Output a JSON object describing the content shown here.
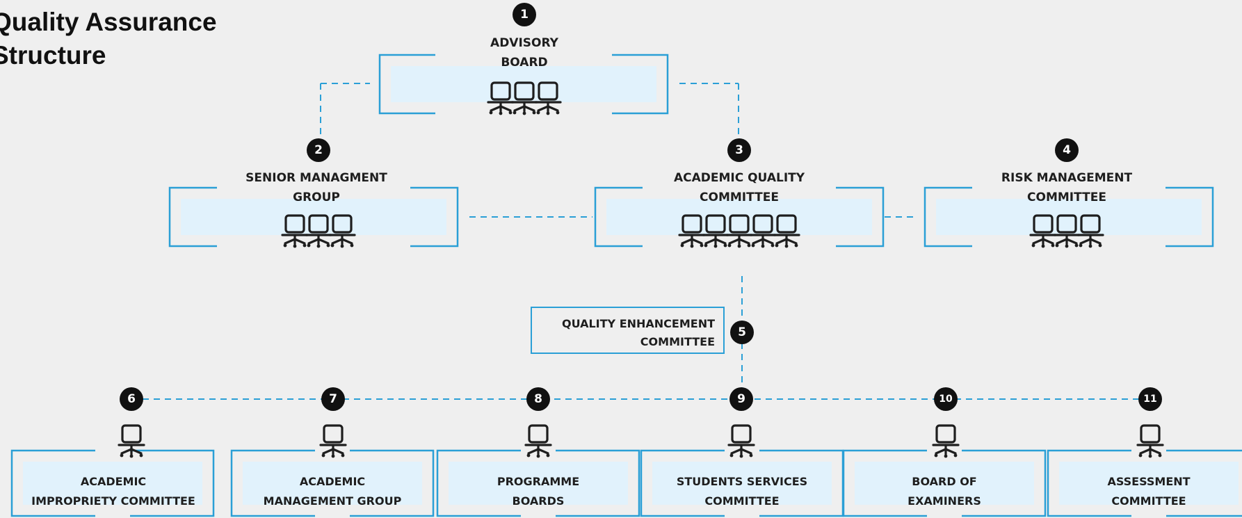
{
  "title": {
    "line1": "Quality Assurance",
    "line2": "Structure"
  },
  "colors": {
    "accent": "#2a9fd6",
    "panel": "#e1f2fc",
    "badge": "#111111",
    "background": "#efefef"
  },
  "icons": {
    "seat": "office-chair-icon"
  },
  "nodes": [
    {
      "number": "1",
      "line1": "ADVISORY",
      "line2": "BOARD",
      "chairs": 3
    },
    {
      "number": "2",
      "line1": "SENIOR MANAGMENT",
      "line2": "GROUP",
      "chairs": 3
    },
    {
      "number": "3",
      "line1": "ACADEMIC QUALITY",
      "line2": "COMMITTEE",
      "chairs": 5
    },
    {
      "number": "4",
      "line1": "RISK MANAGEMENT",
      "line2": "COMMITTEE",
      "chairs": 3
    },
    {
      "number": "5",
      "line1": "QUALITY ENHANCEMENT",
      "line2": "COMMITTEE",
      "chairs": 0
    },
    {
      "number": "6",
      "line1": "ACADEMIC",
      "line2": "IMPROPRIETY COMMITTEE",
      "chairs": 1
    },
    {
      "number": "7",
      "line1": "ACADEMIC",
      "line2": "MANAGEMENT GROUP",
      "chairs": 1
    },
    {
      "number": "8",
      "line1": "PROGRAMME",
      "line2": "BOARDS",
      "chairs": 1
    },
    {
      "number": "9",
      "line1": "STUDENTS SERVICES",
      "line2": "COMMITTEE",
      "chairs": 1
    },
    {
      "number": "10",
      "line1": "BOARD OF",
      "line2": "EXAMINERS",
      "chairs": 1
    },
    {
      "number": "11",
      "line1": "ASSESSMENT",
      "line2": "COMMITTEE",
      "chairs": 1
    }
  ]
}
